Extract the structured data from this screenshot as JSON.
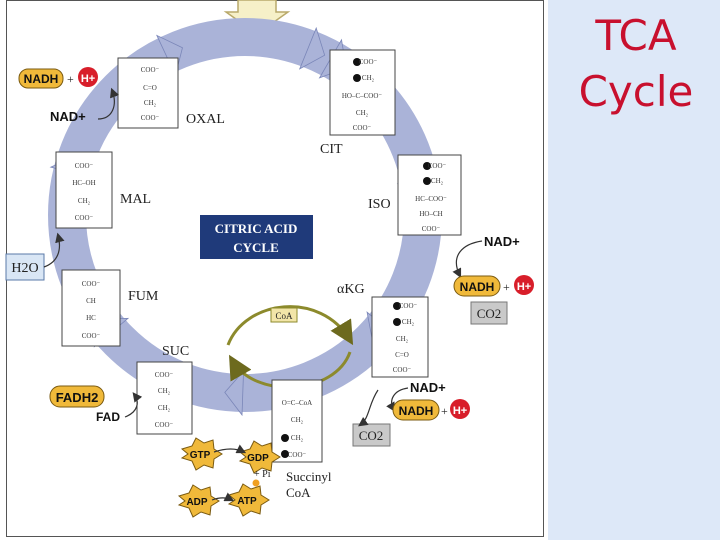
{
  "slide": {
    "title": "TCA\nCycle"
  },
  "colors": {
    "ring": "#aab3d8",
    "ring_edge": "#7a86b8",
    "center_box": "#1f3a7a",
    "pill_fill": "#f0b93a",
    "pill_edge": "#7a5a10",
    "h_plus": "#d81e2a",
    "co2_box": "#c9c9c9",
    "h2o_box": "#d9e6f5",
    "title_red": "#c8102e",
    "panel_blue": "#dde8f8"
  },
  "center_label": {
    "line1": "CITRIC ACID",
    "line2": "CYCLE"
  },
  "intermediates": {
    "oxal": "OXAL",
    "cit": "CIT",
    "iso": "ISO",
    "akg": "αKG",
    "mal": "MAL",
    "fum": "FUM",
    "suc": "SUC",
    "succinyl_coa_1": "Succinyl",
    "succinyl_coa_2": "CoA",
    "coa": "CoA"
  },
  "cofactors": {
    "nadh_top": "NADH",
    "h_top": "H+",
    "nad_top": "NAD+",
    "h2o": "H2O",
    "nad_iso": "NAD+",
    "nadh_iso": "NADH",
    "h_iso": "H+",
    "co2_iso": "CO2",
    "nad_akg": "NAD+",
    "nadh_akg": "NADH",
    "h_akg": "H+",
    "co2_akg": "CO2",
    "fadh2": "FADH2",
    "fad": "FAD",
    "gtp": "GTP",
    "gdp": "GDP",
    "pi": "+ Pi",
    "adp": "ADP",
    "atp": "ATP"
  },
  "structures": {
    "oxal": [
      "COO⁻",
      "C=O",
      "CH₂",
      "COO⁻"
    ],
    "cit": [
      "COO⁻",
      "CH₂",
      "HO–C–COO⁻",
      "CH₂",
      "COO⁻"
    ],
    "iso": [
      "COO⁻",
      "CH₂",
      "HC–COO⁻",
      "HO–CH",
      "COO⁻"
    ],
    "mal": [
      "COO⁻",
      "HC–OH",
      "CH₂",
      "COO⁻"
    ],
    "fum": [
      "COO⁻",
      "CH",
      "HC",
      "COO⁻"
    ],
    "suc": [
      "COO⁻",
      "CH₂",
      "CH₂",
      "COO⁻"
    ],
    "akg": [
      "COO⁻",
      "CH₂",
      "CH₂",
      "C=O",
      "COO⁻"
    ],
    "succoa": [
      "O=C–CoA",
      "CH₂",
      "CH₂",
      "COO⁻"
    ]
  }
}
